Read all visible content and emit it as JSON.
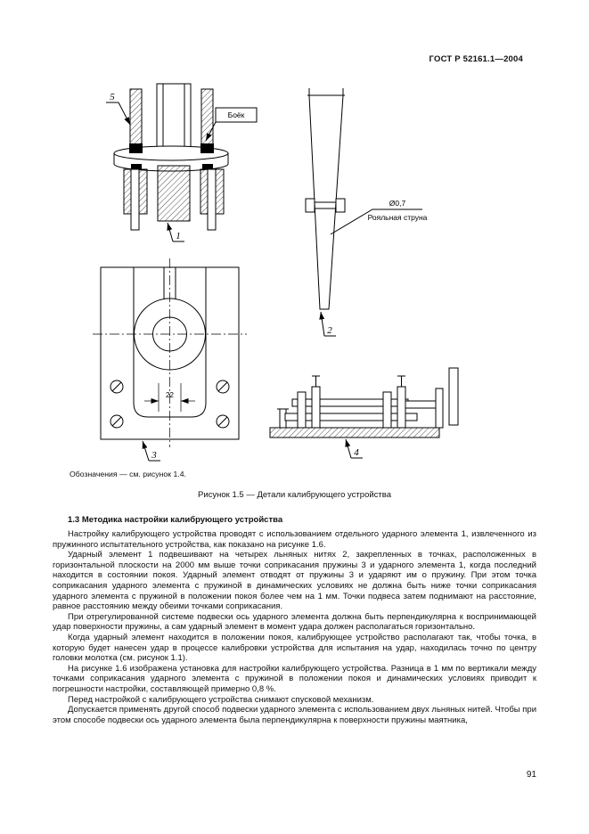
{
  "header": {
    "doc_number": "ГОСТ Р 52161.1—2004"
  },
  "figure": {
    "note": "Обозначения — см. рисунок 1.4.",
    "caption": "Рисунок 1.5 — Детали калибрующего устройства",
    "labels": {
      "part_1": "1",
      "part_2": "2",
      "part_3": "3",
      "part_4": "4",
      "part_5": "5",
      "striker": "Боёк",
      "wire_diameter": "Ø0,7",
      "wire_name": "Рояльная струна",
      "dimension_22": "22"
    }
  },
  "section": {
    "heading": "1.3  Методика настройки калибрующего устройства",
    "paragraphs": [
      "Настройку калибрующего устройства проводят с использованием отдельного ударного элемента 1, извлеченного из пружинного испытательного устройства, как показано на рисунке 1.6.",
      "Ударный элемент 1 подвешивают на четырех льняных нитях 2, закрепленных в точках, расположенных в горизонтальной плоскости на 2000 мм выше точки соприкасания пружины 3 и ударного элемента 1, когда последний находится в состоянии покоя. Ударный элемент отводят от пружины 3 и ударяют им о пружину. При этом точка соприкасания ударного элемента с пружиной в динамических условиях не должна быть ниже точки соприкасания ударного элемента с пружиной в положении покоя более чем на 1 мм. Точки подвеса затем поднимают на расстояние, равное расстоянию между обеими точками соприкасания.",
      "При отрегулированной системе подвески ось ударного элемента должна быть перпендикулярна к воспринимающей удар поверхности пружины, а сам ударный элемент в момент удара должен располагаться горизонтально.",
      "Когда ударный элемент находится в положении покоя, калибрующее устройство располагают так, чтобы точка, в которую будет нанесен удар в процессе калибровки устройства для испытания на удар, находилась точно по центру головки молотка (см. рисунок 1.1).",
      "На рисунке 1.6 изображена установка для настройки калибрующего устройства. Разница в 1 мм по вертикали между точками соприкасания ударного элемента с пружиной в положении покоя и динамических условиях приводит к погрешности настройки, составляющей примерно 0,8 %.",
      "Перед настройкой с калибрующего устройства снимают спусковой механизм.",
      "Допускается применять другой способ подвески ударного элемента с использованием двух льняных нитей. Чтобы при этом способе подвески ось ударного элемента была перпендикулярна к поверхности пружины маятника,"
    ]
  },
  "page_number": "91"
}
